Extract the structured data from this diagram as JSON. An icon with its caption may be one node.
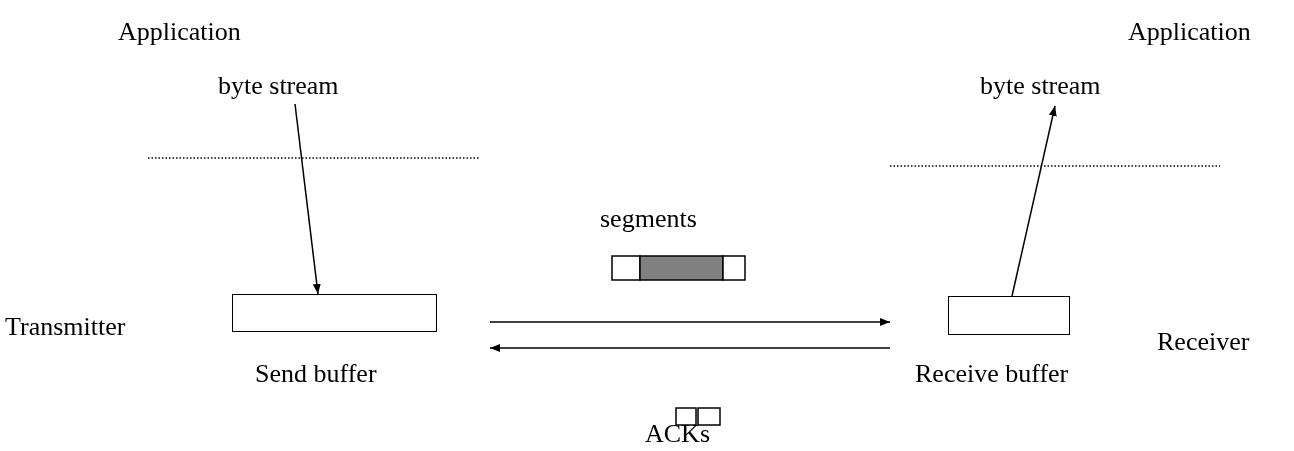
{
  "diagram": {
    "nodes": [
      {
        "text": [
          "byte stream"
        ]
      },
      {
        "text": [],
        "shape": "box",
        "beside": [
          "Send buffer"
        ]
      },
      {
        "text": [],
        "shape": "box",
        "beside": [
          "Receive buffer"
        ]
      },
      {
        "text": [
          "byte stream"
        ]
      }
    ],
    "edges": [
      {
        "from": 0,
        "to": 1,
        "arrow": "to"
      },
      {
        "from": 2,
        "to": 3,
        "arrow": "to"
      },
      {
        "from": 1,
        "to": 2,
        "arrow": "to"
      },
      {
        "from": 2,
        "to": 1,
        "arrow": "to"
      }
    ],
    "labels": [
      "Application",
      "Application",
      "segments",
      "Transmitter",
      "Receiver",
      "ACKs"
    ]
  }
}
